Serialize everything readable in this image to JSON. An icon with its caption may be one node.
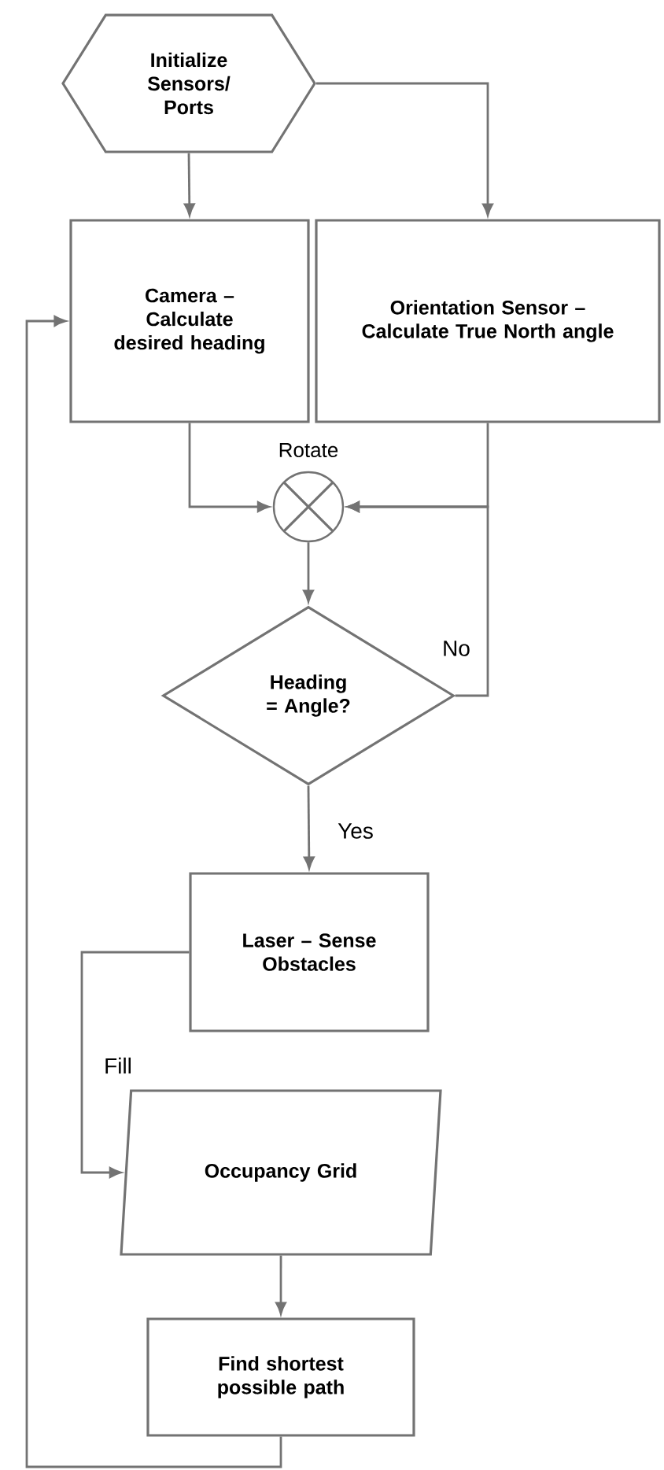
{
  "diagram": {
    "nodes": [
      {
        "text": [
          "Initialize Sensors/ Ports"
        ]
      },
      {
        "text": [
          "Camera – Calculate desired heading"
        ]
      },
      {
        "text": [
          "Orientation Sensor – Calculate True North angle"
        ]
      },
      {
        "text": [],
        "shape": "circle",
        "beside": [
          "Rotate"
        ]
      },
      {
        "text": [
          "Heading = Angle?"
        ]
      },
      {
        "text": [
          "Laser – Sense Obstacles"
        ]
      },
      {
        "text": [
          "Occupancy Grid"
        ]
      },
      {
        "text": [
          "Find shortest possible path"
        ]
      }
    ],
    "edges": [
      {
        "from": 0,
        "to": 1,
        "arrow": "to"
      },
      {
        "from": 0,
        "to": 2,
        "arrow": "to"
      },
      {
        "from": 1,
        "to": 3,
        "arrow": "to"
      },
      {
        "from": 2,
        "to": 3,
        "arrow": "to"
      },
      {
        "from": 3,
        "to": 4,
        "arrow": "to"
      },
      {
        "from": 4,
        "to": 3,
        "arrow": "to",
        "label": "No"
      },
      {
        "from": 4,
        "to": 5,
        "arrow": "to",
        "label": "Yes"
      },
      {
        "from": 5,
        "to": 6,
        "arrow": "to",
        "label": "Fill"
      },
      {
        "from": 6,
        "to": 7,
        "arrow": "to"
      },
      {
        "from": 7,
        "to": 1,
        "arrow": "to"
      }
    ]
  }
}
